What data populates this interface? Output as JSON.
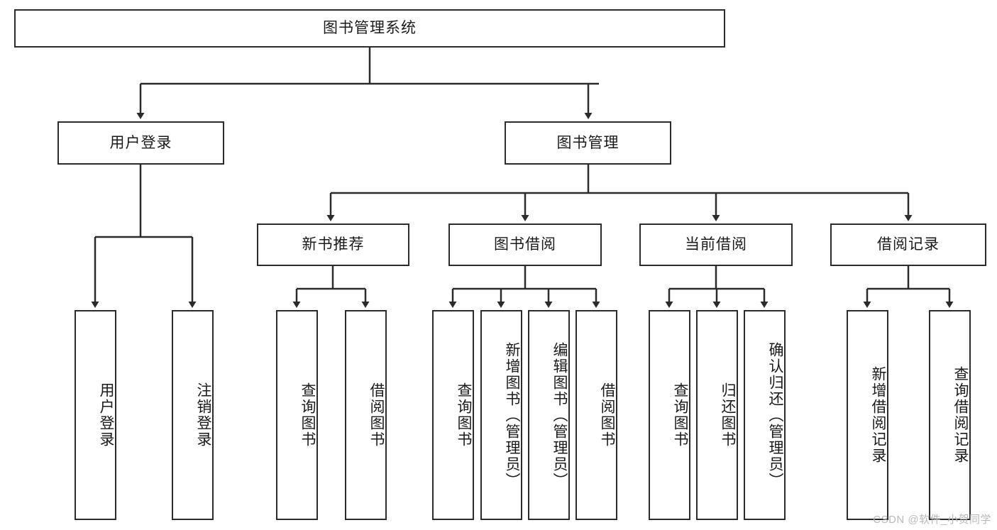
{
  "diagram": {
    "title": "图书管理系统",
    "type": "tree",
    "watermark": "CSDN @软件_小贺同学",
    "colors": {
      "border": "#2b2b2b",
      "background": "#ffffff",
      "text": "#1a1a1a",
      "watermark": "#b9b9b9"
    },
    "root": {
      "label": "图书管理系统"
    },
    "level2": [
      {
        "label": "用户登录"
      },
      {
        "label": "图书管理"
      }
    ],
    "level3": [
      {
        "label": "新书推荐"
      },
      {
        "label": "图书借阅"
      },
      {
        "label": "当前借阅"
      },
      {
        "label": "借阅记录"
      }
    ],
    "leaves": {
      "user_login": [
        {
          "label": "用户登录"
        },
        {
          "label": "注销登录"
        }
      ],
      "new_book": [
        {
          "label": "查询图书"
        },
        {
          "label": "借阅图书"
        }
      ],
      "borrow_book": [
        {
          "label": "查询图书"
        },
        {
          "label": "新增图书（管理员）"
        },
        {
          "label": "编辑图书（管理员）"
        },
        {
          "label": "借阅图书"
        }
      ],
      "current_borrow": [
        {
          "label": "查询图书"
        },
        {
          "label": "归还图书"
        },
        {
          "label": "确认归还（管理员）"
        }
      ],
      "borrow_record": [
        {
          "label": "新增借阅记录"
        },
        {
          "label": "查询借阅记录"
        }
      ]
    }
  }
}
